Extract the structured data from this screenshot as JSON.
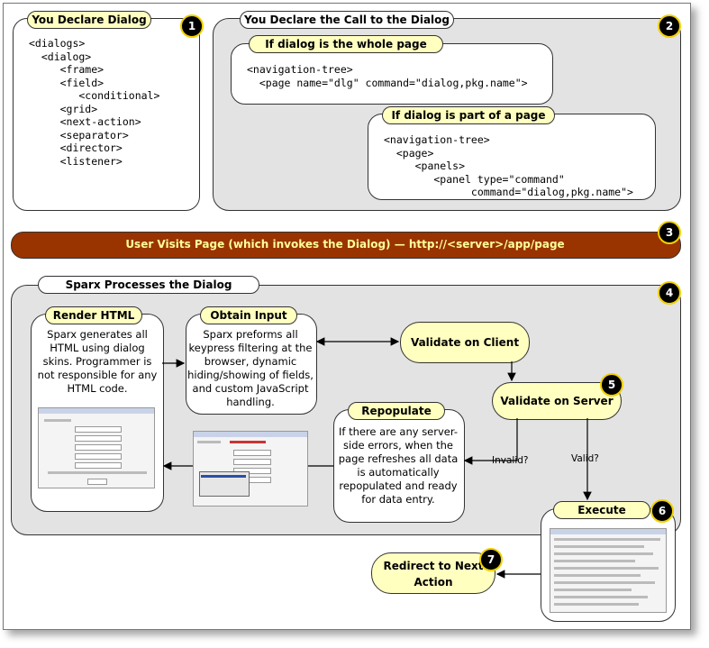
{
  "panel1": {
    "title": "You Declare Dialog",
    "number": "1",
    "code": "<dialogs>\n  <dialog>\n     <frame>\n     <field>\n        <conditional>\n     <grid>\n     <next-action>\n     <separator>\n     <director>\n     <listener>"
  },
  "panel2": {
    "title": "You Declare the Call to the Dialog",
    "number": "2",
    "whole_title": "If dialog is the whole page",
    "whole_code": "<navigation-tree>\n  <page name=\"dlg\" command=\"dialog,pkg.name\">",
    "part_title": "If dialog is part of a page",
    "part_code": "<navigation-tree>\n  <page>\n     <panels>\n        <panel type=\"command\"\n              command=\"dialog,pkg.name\">"
  },
  "banner": {
    "text": "User Visits Page (which invokes the Dialog) — http://<server>/app/page",
    "number": "3"
  },
  "panel4": {
    "title": "Sparx Processes the Dialog",
    "number": "4",
    "render_title": "Render HTML",
    "render_text": "Sparx generates all HTML using dialog skins. Programmer is not responsible for any HTML code.",
    "input_title": "Obtain Input",
    "input_text": "Sparx preforms all keypress filtering at the browser, dynamic hiding/showing of fields, and custom JavaScript handling.",
    "validate_client": "Validate on Client",
    "validate_server": "Validate on Server",
    "validate_server_number": "5",
    "repop_title": "Repopulate",
    "repop_text": "If there are any server-side errors, when the page refreshes all data is automatically repopulated and ready for data entry.",
    "invalid_label": "Invalid?",
    "valid_label": "Valid?",
    "execute_title": "Execute",
    "execute_number": "6",
    "redirect": "Redirect to Next Action",
    "redirect_number": "7"
  },
  "colors": {
    "banner": "#993300",
    "banner_text": "#ffff99",
    "tab_fill": "#ffffc0",
    "panel_fill": "#e3e3e3",
    "badge_ring": "#f0d000"
  }
}
